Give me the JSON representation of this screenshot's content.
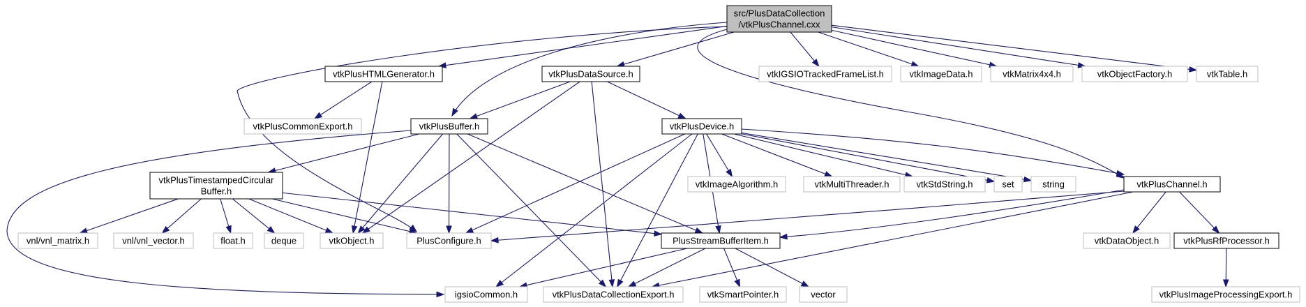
{
  "nodes": [
    {
      "id": "root",
      "lines": [
        "src/PlusDataCollection",
        "/vtkPlusChannel.cxx"
      ],
      "style": "root"
    },
    {
      "id": "htmlgen",
      "lines": [
        "vtkPlusHTMLGenerator.h"
      ],
      "style": "file"
    },
    {
      "id": "datasource",
      "lines": [
        "vtkPlusDataSource.h"
      ],
      "style": "file"
    },
    {
      "id": "igsiotfl",
      "lines": [
        "vtkIGSIOTrackedFrameList.h"
      ],
      "style": "external"
    },
    {
      "id": "imagedata",
      "lines": [
        "vtkImageData.h"
      ],
      "style": "external"
    },
    {
      "id": "matrix4x4",
      "lines": [
        "vtkMatrix4x4.h"
      ],
      "style": "external"
    },
    {
      "id": "objfactory",
      "lines": [
        "vtkObjectFactory.h"
      ],
      "style": "external"
    },
    {
      "id": "table",
      "lines": [
        "vtkTable.h"
      ],
      "style": "external"
    },
    {
      "id": "commonexport",
      "lines": [
        "vtkPlusCommonExport.h"
      ],
      "style": "external"
    },
    {
      "id": "buffer",
      "lines": [
        "vtkPlusBuffer.h"
      ],
      "style": "file"
    },
    {
      "id": "device",
      "lines": [
        "vtkPlusDevice.h"
      ],
      "style": "file"
    },
    {
      "id": "timestamped",
      "lines": [
        "vtkPlusTimestampedCircular",
        "Buffer.h"
      ],
      "style": "file"
    },
    {
      "id": "imgalgo",
      "lines": [
        "vtkImageAlgorithm.h"
      ],
      "style": "external"
    },
    {
      "id": "multithreader",
      "lines": [
        "vtkMultiThreader.h"
      ],
      "style": "external"
    },
    {
      "id": "stdstring",
      "lines": [
        "vtkStdString.h"
      ],
      "style": "external"
    },
    {
      "id": "set",
      "lines": [
        "set"
      ],
      "style": "external"
    },
    {
      "id": "string",
      "lines": [
        "string"
      ],
      "style": "external"
    },
    {
      "id": "channel",
      "lines": [
        "vtkPlusChannel.h"
      ],
      "style": "file"
    },
    {
      "id": "vnlmatrix",
      "lines": [
        "vnl/vnl_matrix.h"
      ],
      "style": "external"
    },
    {
      "id": "vnlvector",
      "lines": [
        "vnl/vnl_vector.h"
      ],
      "style": "external"
    },
    {
      "id": "float",
      "lines": [
        "float.h"
      ],
      "style": "external"
    },
    {
      "id": "deque",
      "lines": [
        "deque"
      ],
      "style": "external"
    },
    {
      "id": "vtkobject",
      "lines": [
        "vtkObject.h"
      ],
      "style": "external"
    },
    {
      "id": "plusconfigure",
      "lines": [
        "PlusConfigure.h"
      ],
      "style": "external"
    },
    {
      "id": "streambufferitem",
      "lines": [
        "PlusStreamBufferItem.h"
      ],
      "style": "file"
    },
    {
      "id": "dataobject",
      "lines": [
        "vtkDataObject.h"
      ],
      "style": "external"
    },
    {
      "id": "rfprocessor",
      "lines": [
        "vtkPlusRfProcessor.h"
      ],
      "style": "file"
    },
    {
      "id": "igsiocommon",
      "lines": [
        "igsioCommon.h"
      ],
      "style": "external"
    },
    {
      "id": "dcexport",
      "lines": [
        "vtkPlusDataCollectionExport.h"
      ],
      "style": "external"
    },
    {
      "id": "smartpointer",
      "lines": [
        "vtkSmartPointer.h"
      ],
      "style": "external"
    },
    {
      "id": "vector",
      "lines": [
        "vector"
      ],
      "style": "external"
    },
    {
      "id": "ipexport",
      "lines": [
        "vtkPlusImageProcessingExport.h"
      ],
      "style": "external"
    }
  ],
  "edges": [
    [
      "root",
      "htmlgen"
    ],
    [
      "root",
      "datasource"
    ],
    [
      "root",
      "igsiotfl"
    ],
    [
      "root",
      "imagedata"
    ],
    [
      "root",
      "matrix4x4"
    ],
    [
      "root",
      "objfactory"
    ],
    [
      "root",
      "table"
    ],
    [
      "root",
      "buffer"
    ],
    [
      "root",
      "channel"
    ],
    [
      "root",
      "plusconfigure"
    ],
    [
      "htmlgen",
      "commonexport"
    ],
    [
      "htmlgen",
      "vtkobject"
    ],
    [
      "datasource",
      "buffer"
    ],
    [
      "datasource",
      "device"
    ],
    [
      "datasource",
      "vtkobject"
    ],
    [
      "datasource",
      "dcexport"
    ],
    [
      "buffer",
      "timestamped"
    ],
    [
      "buffer",
      "vtkobject"
    ],
    [
      "buffer",
      "plusconfigure"
    ],
    [
      "buffer",
      "streambufferitem"
    ],
    [
      "buffer",
      "dcexport"
    ],
    [
      "buffer",
      "igsiocommon"
    ],
    [
      "device",
      "imgalgo"
    ],
    [
      "device",
      "multithreader"
    ],
    [
      "device",
      "stdstring"
    ],
    [
      "device",
      "set"
    ],
    [
      "device",
      "string"
    ],
    [
      "device",
      "channel"
    ],
    [
      "device",
      "plusconfigure"
    ],
    [
      "device",
      "igsiocommon"
    ],
    [
      "device",
      "dcexport"
    ],
    [
      "device",
      "streambufferitem"
    ],
    [
      "timestamped",
      "vnlmatrix"
    ],
    [
      "timestamped",
      "vnlvector"
    ],
    [
      "timestamped",
      "float"
    ],
    [
      "timestamped",
      "deque"
    ],
    [
      "timestamped",
      "vtkobject"
    ],
    [
      "timestamped",
      "plusconfigure"
    ],
    [
      "timestamped",
      "streambufferitem"
    ],
    [
      "channel",
      "dataobject"
    ],
    [
      "channel",
      "rfprocessor"
    ],
    [
      "channel",
      "plusconfigure"
    ],
    [
      "channel",
      "streambufferitem"
    ],
    [
      "channel",
      "dcexport"
    ],
    [
      "streambufferitem",
      "igsiocommon"
    ],
    [
      "streambufferitem",
      "dcexport"
    ],
    [
      "streambufferitem",
      "smartpointer"
    ],
    [
      "streambufferitem",
      "vector"
    ],
    [
      "rfprocessor",
      "ipexport"
    ]
  ],
  "colors": {
    "edge": "#191970",
    "root_fill": "#bfbfbf",
    "node_border": "#000000",
    "external_border": "#bfbfbf",
    "text": "#000000"
  }
}
